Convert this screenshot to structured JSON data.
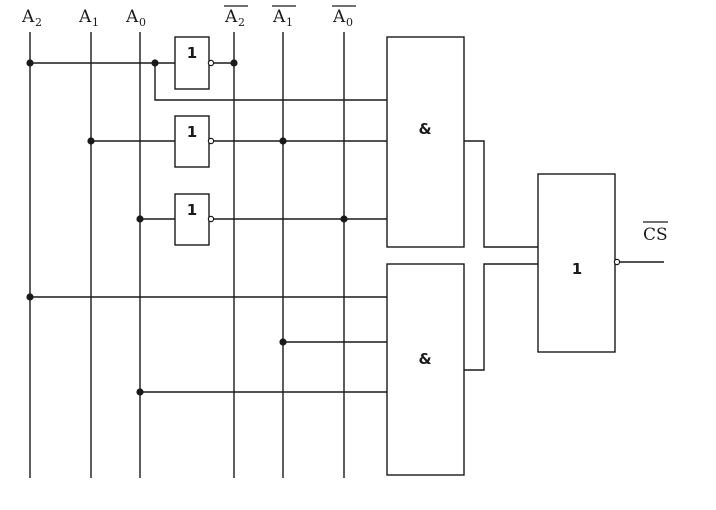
{
  "signals": {
    "a2": {
      "letter": "A",
      "index": "2"
    },
    "a1": {
      "letter": "A",
      "index": "1"
    },
    "a0": {
      "letter": "A",
      "index": "0"
    },
    "a2_not": {
      "letter": "A",
      "index": "2"
    },
    "a1_not": {
      "letter": "A",
      "index": "1"
    },
    "a0_not": {
      "letter": "A",
      "index": "0"
    }
  },
  "gates": {
    "not_a2": "1",
    "not_a1": "1",
    "not_a0": "1",
    "and_top": "&",
    "and_bottom": "&",
    "nor_out": "1"
  },
  "output": {
    "label": "CS"
  }
}
